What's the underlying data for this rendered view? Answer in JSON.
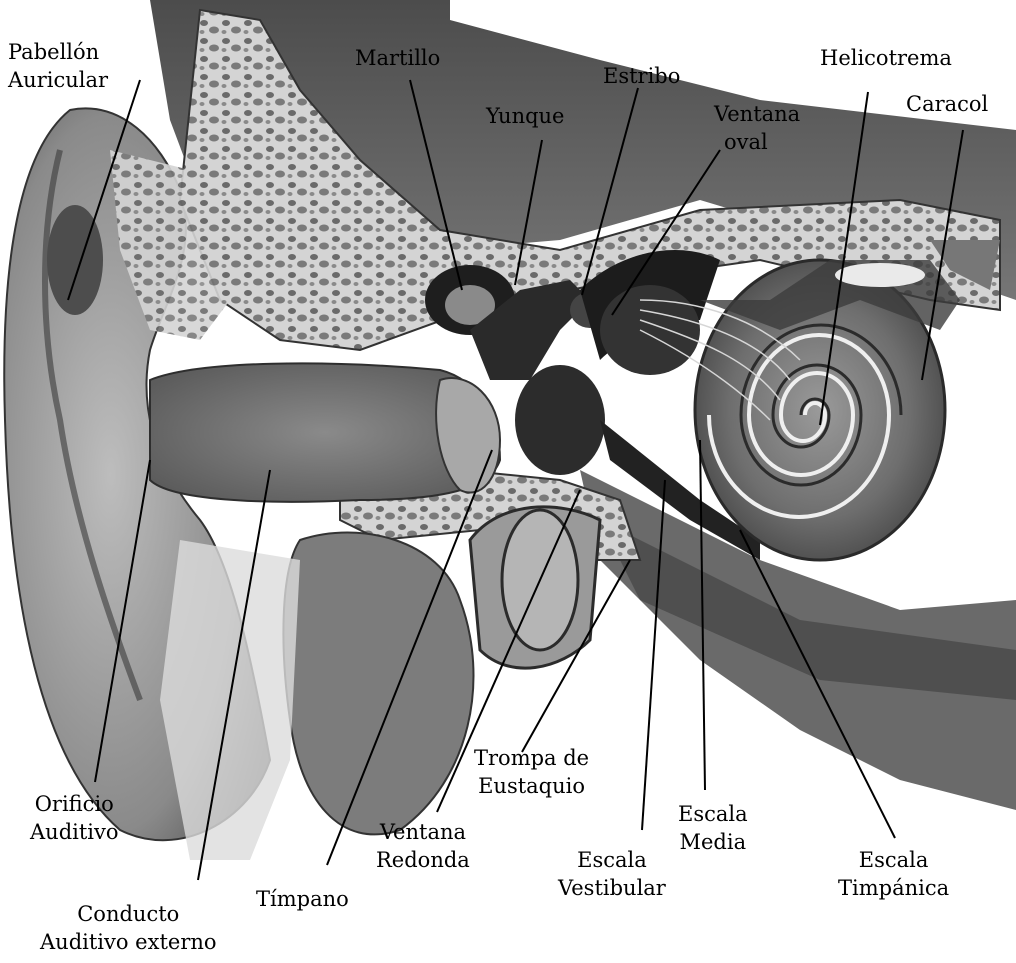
{
  "labels": {
    "pabellon": [
      "Pabellón",
      "Auricular"
    ],
    "martillo": [
      "Martillo"
    ],
    "estribo": [
      "Estribo"
    ],
    "helicotrema": [
      "Helicotrema"
    ],
    "yunque": [
      "Yunque"
    ],
    "ventana_oval": [
      "Ventana",
      "oval"
    ],
    "caracol": [
      "Caracol"
    ],
    "orificio": [
      "Orificio",
      "Auditivo"
    ],
    "trompa": [
      "Trompa de",
      "Eustaquio"
    ],
    "escala_media": [
      "Escala",
      "Media"
    ],
    "ventana_redonda": [
      "Ventana",
      "Redonda"
    ],
    "escala_vestibular": [
      "Escala",
      "Vestibular"
    ],
    "escala_timpanica": [
      "Escala",
      "Timpánica"
    ],
    "timpano": [
      "Tímpano"
    ],
    "conducto": [
      "Conducto",
      "Auditivo externo"
    ]
  },
  "colors": {
    "background": "#ffffff",
    "tissue_dark": "#5a5a5a",
    "tissue_mid": "#8c8c8c",
    "tissue_light": "#c8c8c8",
    "bone": "#d9d9d9",
    "leader": "#000000"
  }
}
